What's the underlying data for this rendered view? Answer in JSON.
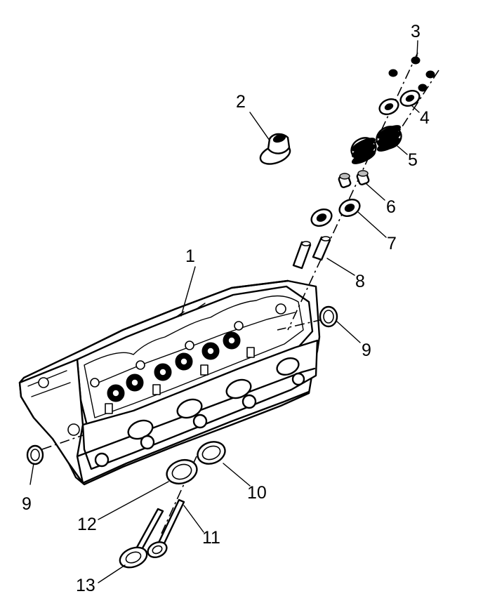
{
  "callouts": [
    {
      "id": "1",
      "label": "1"
    },
    {
      "id": "2",
      "label": "2"
    },
    {
      "id": "3",
      "label": "3"
    },
    {
      "id": "4",
      "label": "4"
    },
    {
      "id": "5",
      "label": "5"
    },
    {
      "id": "6",
      "label": "6"
    },
    {
      "id": "7",
      "label": "7"
    },
    {
      "id": "8",
      "label": "8"
    },
    {
      "id": "9a",
      "label": "9"
    },
    {
      "id": "9b",
      "label": "9"
    },
    {
      "id": "10",
      "label": "10"
    },
    {
      "id": "11",
      "label": "11"
    },
    {
      "id": "12",
      "label": "12"
    },
    {
      "id": "13",
      "label": "13"
    }
  ],
  "icons": {
    "cylinder_head": "cylinder-head-icon",
    "valve_stem_seal": "valve-stem-seal-icon",
    "valve_keeper": "valve-keeper-icon",
    "valve_spring_cap": "valve-spring-cap-icon",
    "valve_spring": "valve-spring-icon",
    "valve_seal": "valve-seal-icon",
    "spring_shim": "spring-shim-icon",
    "valve_guide": "valve-guide-icon",
    "plug": "plug-icon",
    "valve_seat": "valve-seat-icon",
    "valve": "valve-icon"
  },
  "colors": {
    "ink": "#000000",
    "paper": "#ffffff"
  }
}
